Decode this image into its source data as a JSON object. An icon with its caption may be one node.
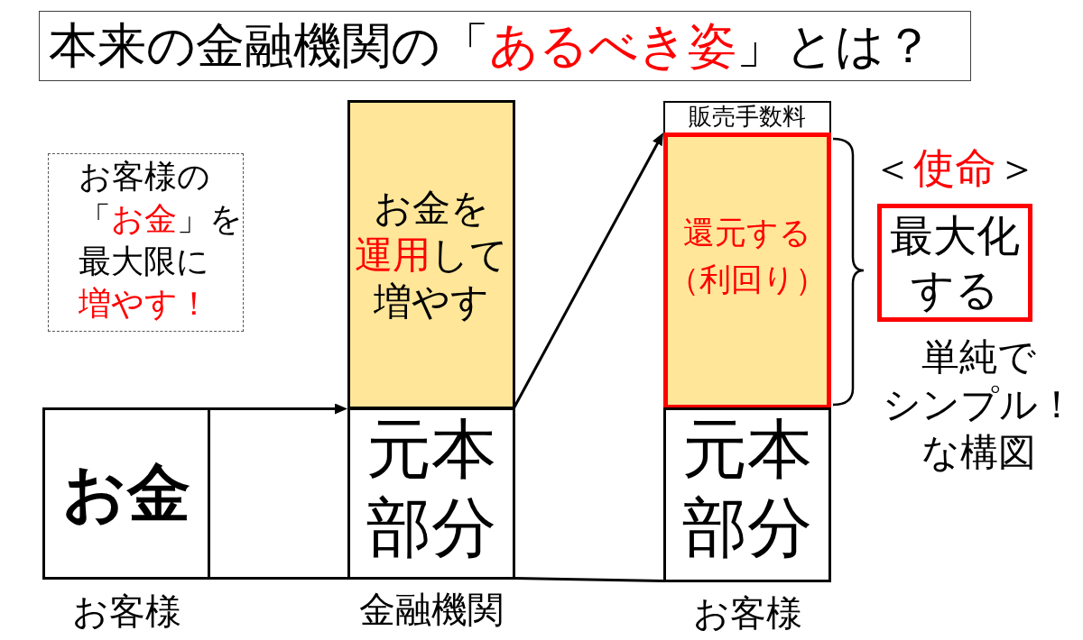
{
  "diagram": {
    "title": "本来の金融機関の「**あるべき姿**」とは？",
    "nodes": [
      {
        "text": [
          "お客様の「**お金**」を最大限に**増やす！**"
        ]
      },
      {
        "text": [
          "お金"
        ],
        "beside": [
          "お客様"
        ]
      },
      {
        "text": [
          "お金を**運用**して増やす"
        ]
      },
      {
        "text": [
          "元本部分"
        ],
        "beside": [
          "金融機関"
        ]
      },
      {
        "text": [
          "販売手数料"
        ]
      },
      {
        "text": [
          "還元する（利回り）"
        ]
      },
      {
        "text": [
          "元本部分"
        ],
        "beside": [
          "お客様"
        ]
      },
      {
        "text": [
          "＜**使命**＞",
          "最大化する"
        ]
      }
    ],
    "edges": [
      {
        "from": 1,
        "to": 3,
        "arrow": "to"
      },
      {
        "from": 2,
        "to": 5,
        "arrow": "to"
      },
      {
        "from": 1,
        "to": 3,
        "arrow": "none"
      },
      {
        "from": 3,
        "to": 6,
        "arrow": "none"
      }
    ],
    "labels": [
      "単純でシンプル！な構図"
    ]
  }
}
